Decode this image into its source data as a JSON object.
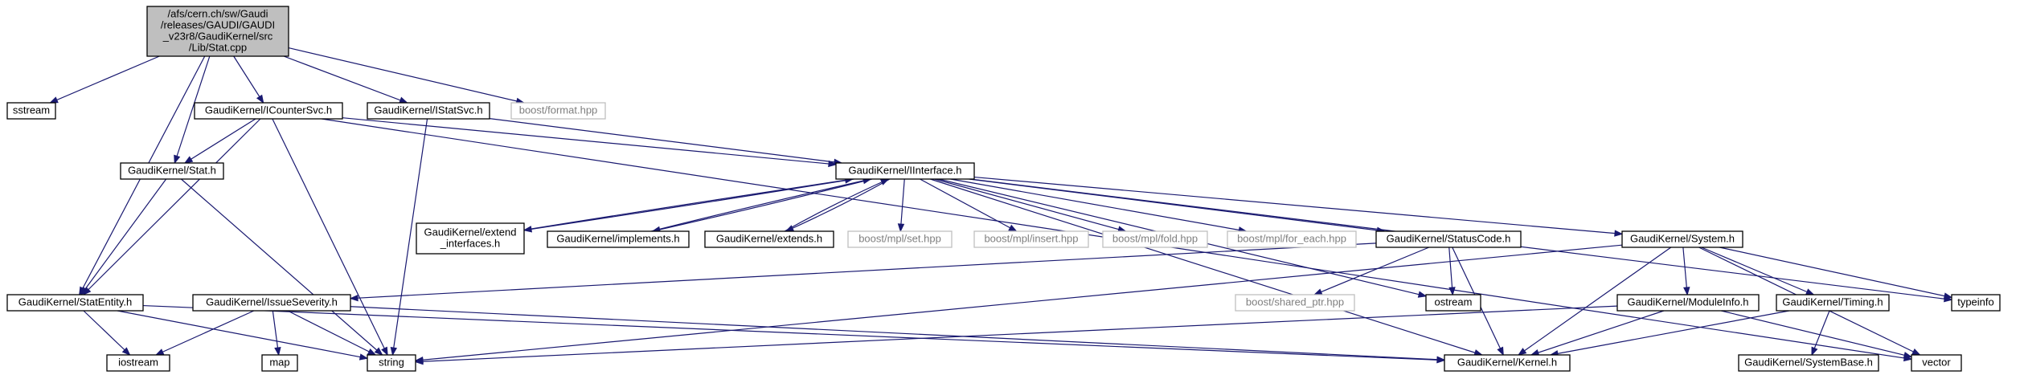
{
  "nodes": [
    {
      "id": "root",
      "lines": [
        "/afs/cern.ch/sw/Gaudi",
        "/releases/GAUDI/GAUDI",
        "_v23r8/GaudiKernel/src",
        "/Lib/Stat.cpp"
      ],
      "style": "root"
    },
    {
      "id": "sstream",
      "lines": [
        "sstream"
      ],
      "style": "normal"
    },
    {
      "id": "stat_h",
      "lines": [
        "GaudiKernel/Stat.h"
      ],
      "style": "normal"
    },
    {
      "id": "icountersvc",
      "lines": [
        "GaudiKernel/ICounterSvc.h"
      ],
      "style": "normal"
    },
    {
      "id": "istatsvc",
      "lines": [
        "GaudiKernel/IStatSvc.h"
      ],
      "style": "normal"
    },
    {
      "id": "boost_format",
      "lines": [
        "boost/format.hpp"
      ],
      "style": "ext"
    },
    {
      "id": "statentity",
      "lines": [
        "GaudiKernel/StatEntity.h"
      ],
      "style": "normal"
    },
    {
      "id": "iinterface",
      "lines": [
        "GaudiKernel/IInterface.h"
      ],
      "style": "normal"
    },
    {
      "id": "extend_interfaces",
      "lines": [
        "GaudiKernel/extend",
        "_interfaces.h"
      ],
      "style": "normal"
    },
    {
      "id": "implements",
      "lines": [
        "GaudiKernel/implements.h"
      ],
      "style": "normal"
    },
    {
      "id": "extends",
      "lines": [
        "GaudiKernel/extends.h"
      ],
      "style": "normal"
    },
    {
      "id": "mpl_set",
      "lines": [
        "boost/mpl/set.hpp"
      ],
      "style": "ext"
    },
    {
      "id": "mpl_insert",
      "lines": [
        "boost/mpl/insert.hpp"
      ],
      "style": "ext"
    },
    {
      "id": "mpl_fold",
      "lines": [
        "boost/mpl/fold.hpp"
      ],
      "style": "ext"
    },
    {
      "id": "mpl_for_each",
      "lines": [
        "boost/mpl/for_each.hpp"
      ],
      "style": "ext"
    },
    {
      "id": "statuscode",
      "lines": [
        "GaudiKernel/StatusCode.h"
      ],
      "style": "normal"
    },
    {
      "id": "system",
      "lines": [
        "GaudiKernel/System.h"
      ],
      "style": "normal"
    },
    {
      "id": "issueseverity",
      "lines": [
        "GaudiKernel/IssueSeverity.h"
      ],
      "style": "normal"
    },
    {
      "id": "shared_ptr",
      "lines": [
        "boost/shared_ptr.hpp"
      ],
      "style": "ext"
    },
    {
      "id": "ostream",
      "lines": [
        "ostream"
      ],
      "style": "normal"
    },
    {
      "id": "moduleinfo",
      "lines": [
        "GaudiKernel/ModuleInfo.h"
      ],
      "style": "normal"
    },
    {
      "id": "timing",
      "lines": [
        "GaudiKernel/Timing.h"
      ],
      "style": "normal"
    },
    {
      "id": "typeinfo",
      "lines": [
        "typeinfo"
      ],
      "style": "normal"
    },
    {
      "id": "iostream",
      "lines": [
        "iostream"
      ],
      "style": "normal"
    },
    {
      "id": "map",
      "lines": [
        "map"
      ],
      "style": "normal"
    },
    {
      "id": "string",
      "lines": [
        "string"
      ],
      "style": "normal"
    },
    {
      "id": "kernel",
      "lines": [
        "GaudiKernel/Kernel.h"
      ],
      "style": "normal"
    },
    {
      "id": "systembase",
      "lines": [
        "GaudiKernel/SystemBase.h"
      ],
      "style": "normal"
    },
    {
      "id": "vector",
      "lines": [
        "vector"
      ],
      "style": "normal"
    }
  ],
  "edges": [
    {
      "from": "root",
      "to": "sstream"
    },
    {
      "from": "root",
      "to": "stat_h"
    },
    {
      "from": "root",
      "to": "statentity"
    },
    {
      "from": "root",
      "to": "icountersvc"
    },
    {
      "from": "root",
      "to": "istatsvc"
    },
    {
      "from": "root",
      "to": "boost_format"
    },
    {
      "from": "stat_h",
      "to": "statentity"
    },
    {
      "from": "stat_h",
      "to": "string"
    },
    {
      "from": "icountersvc",
      "to": "stat_h"
    },
    {
      "from": "icountersvc",
      "to": "statentity"
    },
    {
      "from": "icountersvc",
      "to": "iinterface"
    },
    {
      "from": "icountersvc",
      "to": "string"
    },
    {
      "from": "icountersvc",
      "to": "vector"
    },
    {
      "from": "istatsvc",
      "to": "iinterface"
    },
    {
      "from": "istatsvc",
      "to": "string"
    },
    {
      "from": "statentity",
      "to": "iostream"
    },
    {
      "from": "statentity",
      "to": "string"
    },
    {
      "from": "statentity",
      "to": "kernel"
    },
    {
      "from": "iinterface",
      "to": "extend_interfaces"
    },
    {
      "from": "iinterface",
      "to": "implements"
    },
    {
      "from": "iinterface",
      "to": "extends"
    },
    {
      "from": "iinterface",
      "to": "mpl_set"
    },
    {
      "from": "iinterface",
      "to": "mpl_insert"
    },
    {
      "from": "iinterface",
      "to": "mpl_fold"
    },
    {
      "from": "iinterface",
      "to": "mpl_for_each"
    },
    {
      "from": "iinterface",
      "to": "statuscode"
    },
    {
      "from": "iinterface",
      "to": "system"
    },
    {
      "from": "iinterface",
      "to": "ostream"
    },
    {
      "from": "iinterface",
      "to": "typeinfo"
    },
    {
      "from": "iinterface",
      "to": "kernel"
    },
    {
      "from": "extend_interfaces",
      "to": "iinterface"
    },
    {
      "from": "implements",
      "to": "iinterface"
    },
    {
      "from": "extends",
      "to": "iinterface"
    },
    {
      "from": "statuscode",
      "to": "issueseverity"
    },
    {
      "from": "statuscode",
      "to": "shared_ptr"
    },
    {
      "from": "statuscode",
      "to": "ostream"
    },
    {
      "from": "statuscode",
      "to": "kernel"
    },
    {
      "from": "issueseverity",
      "to": "iostream"
    },
    {
      "from": "issueseverity",
      "to": "map"
    },
    {
      "from": "issueseverity",
      "to": "string"
    },
    {
      "from": "issueseverity",
      "to": "kernel"
    },
    {
      "from": "system",
      "to": "moduleinfo"
    },
    {
      "from": "system",
      "to": "timing"
    },
    {
      "from": "system",
      "to": "typeinfo"
    },
    {
      "from": "system",
      "to": "string"
    },
    {
      "from": "system",
      "to": "vector"
    },
    {
      "from": "system",
      "to": "kernel"
    },
    {
      "from": "moduleinfo",
      "to": "string"
    },
    {
      "from": "moduleinfo",
      "to": "kernel"
    },
    {
      "from": "moduleinfo",
      "to": "vector"
    },
    {
      "from": "timing",
      "to": "kernel"
    },
    {
      "from": "timing",
      "to": "systembase"
    }
  ]
}
